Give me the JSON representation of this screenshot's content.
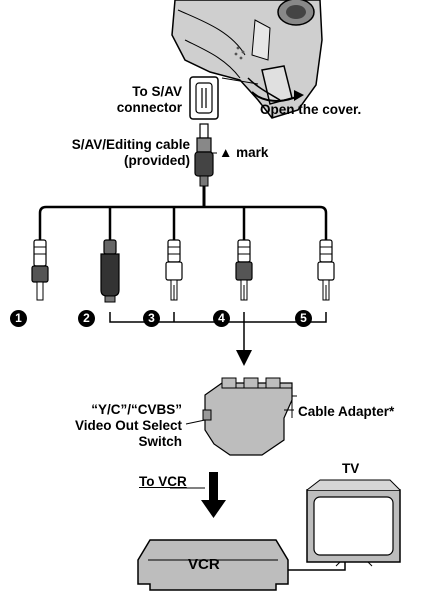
{
  "labels": {
    "to_sav_line1": "To S/AV",
    "to_sav_line2": "connector",
    "open_cover": "Open the cover.",
    "cable_line1": "S/AV/Editing cable",
    "cable_line2": "(provided)",
    "mark_symbol": "▲",
    "mark_text": "mark",
    "switch_line1": "“Y/C”/“CVBS”",
    "switch_line2": "Video Out Select",
    "switch_line3": "Switch",
    "cable_adapter": "Cable Adapter*",
    "to_vcr": "To VCR",
    "tv": "TV",
    "vcr": "VCR"
  },
  "plug_numbers": [
    "1",
    "2",
    "3",
    "4",
    "5"
  ],
  "colors": {
    "device_gray": "#bdbdbd",
    "dark_gray": "#555555",
    "line": "#000000"
  }
}
